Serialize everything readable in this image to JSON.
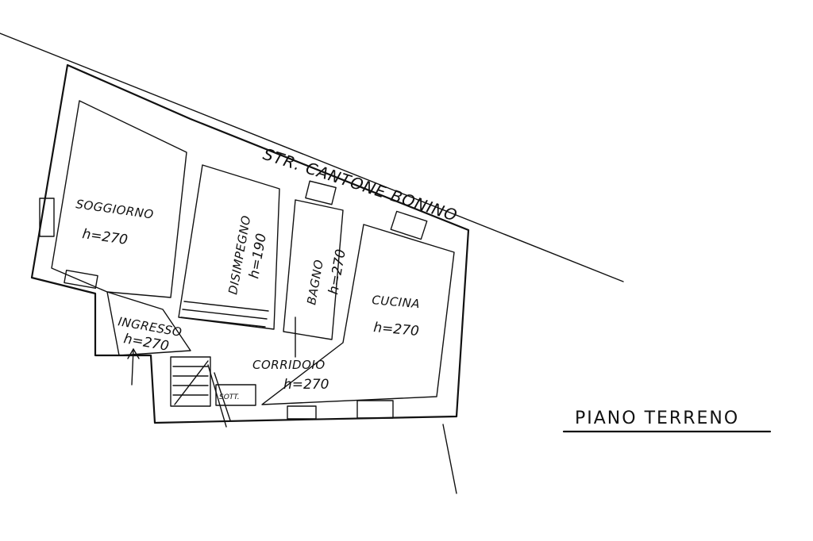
{
  "street": {
    "label": "STR. CANTONE BONINO"
  },
  "rooms": [
    {
      "name": "SOGGIORNO",
      "height": "h=270"
    },
    {
      "name": "DISIMPEGNO",
      "height": "h=190"
    },
    {
      "name": "BAGNO",
      "height": "h=270"
    },
    {
      "name": "CUCINA",
      "height": "h=270"
    },
    {
      "name": "INGRESSO",
      "height": "h=270"
    },
    {
      "name": "CORRIDOIO",
      "height": "h=270"
    }
  ],
  "stairs": {
    "label": "SOTT."
  },
  "floor": {
    "title": "PIANO TERRENO"
  },
  "colors": {
    "ink": "#111111",
    "paper": "#ffffff"
  }
}
